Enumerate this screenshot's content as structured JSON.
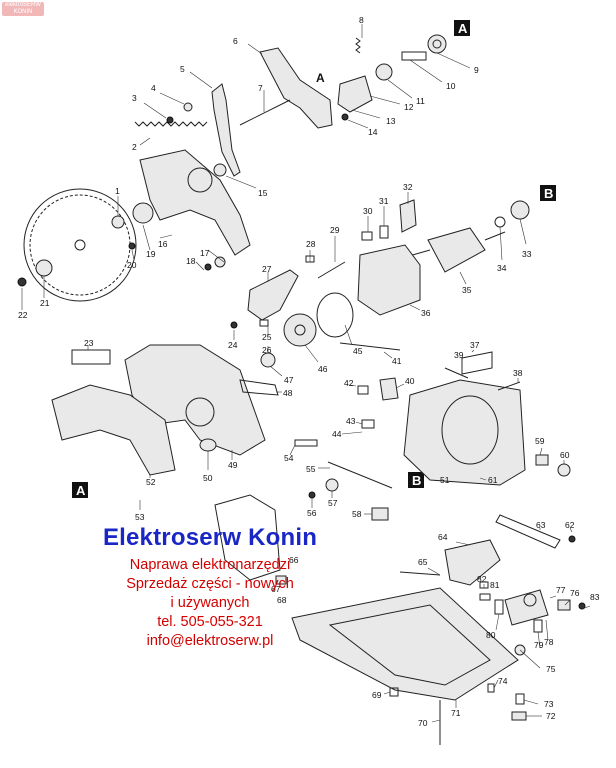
{
  "watermark": {
    "line1": "elektroSERW",
    "line2": "KONIN"
  },
  "section_letters": [
    "A",
    "B"
  ],
  "callout_letters": [
    "A",
    "A",
    "B"
  ],
  "part_numbers": [
    "1",
    "2",
    "3",
    "4",
    "5",
    "6",
    "7",
    "8",
    "9",
    "10",
    "11",
    "12",
    "13",
    "14",
    "15",
    "16",
    "17",
    "18",
    "19",
    "20",
    "21",
    "22",
    "23",
    "24",
    "25",
    "26",
    "27",
    "28",
    "29",
    "30",
    "31",
    "32",
    "33",
    "34",
    "35",
    "36",
    "37",
    "38",
    "39",
    "40",
    "41",
    "42",
    "43",
    "44",
    "45",
    "46",
    "47",
    "48",
    "49",
    "50",
    "51",
    "52",
    "53",
    "54",
    "55",
    "56",
    "57",
    "58",
    "59",
    "60",
    "61",
    "62",
    "63",
    "64",
    "65",
    "66",
    "67",
    "68",
    "69",
    "70",
    "71",
    "72",
    "73",
    "74",
    "75",
    "76",
    "77",
    "78",
    "79",
    "80",
    "81",
    "82",
    "83"
  ],
  "advert": {
    "title": "Elektroserw Konin",
    "lines": [
      "Naprawa elektronarzędzi",
      "Sprzedaż części - nowych",
      "i używanych",
      "tel. 505-055-321",
      "info@elektroserw.pl"
    ]
  },
  "colors": {
    "advert_title": "#1a27c4",
    "advert_text": "#d40000",
    "section_box": "#111111"
  }
}
